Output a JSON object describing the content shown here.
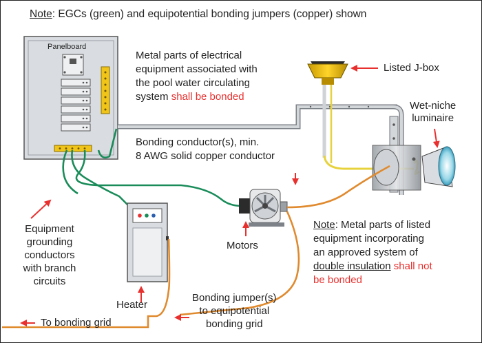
{
  "note_top": {
    "prefix": "Note",
    "text": ": EGCs (green) and equipotential bonding jumpers (copper) shown"
  },
  "panelboard_label": "Panelboard",
  "metal_parts_note": {
    "line1": "Metal parts of electrical",
    "line2": "equipment associated with",
    "line3": "the pool water circulating",
    "line4_prefix": "system ",
    "line4_red": "shall be bonded"
  },
  "jbox_label": "Listed J-box",
  "luminaire_label": {
    "line1": "Wet-niche",
    "line2": "luminaire"
  },
  "bonding_conductor": {
    "line1": "Bonding conductor(s), min.",
    "line2": "8 AWG solid copper conductor"
  },
  "egc_label": {
    "line1": "Equipment",
    "line2": "grounding",
    "line3": "conductors",
    "line4": "with branch",
    "line5": "circuits"
  },
  "motors_label": "Motors",
  "heater_label": "Heater",
  "double_insulation_note": {
    "prefix": "Note",
    "line1_rest": ": Metal parts of listed",
    "line2": "equipment incorporating",
    "line3": "an approved system of",
    "line4_underlined": "double insulation",
    "line4_red": " shall not",
    "line5_red": "be bonded"
  },
  "jumper_label": {
    "line1": "Bonding jumper(s)",
    "line2": "to equipotential",
    "line3": "bonding grid"
  },
  "to_grid_label": "To bonding grid",
  "colors": {
    "egc_green": "#1a8c5a",
    "copper": "#e08a2e",
    "arrow_red": "#e8312f",
    "red_text": "#e8312f",
    "panel_gray": "#d9dde1",
    "conduit_gray": "#c4c8cc",
    "jbox_yellow": "#f4c400",
    "yellow_wire": "#e7d23c"
  },
  "icons": [
    "panelboard-icon",
    "junction-box-icon",
    "conduit-icon",
    "luminaire-icon",
    "pump-motor-icon",
    "heater-icon"
  ]
}
